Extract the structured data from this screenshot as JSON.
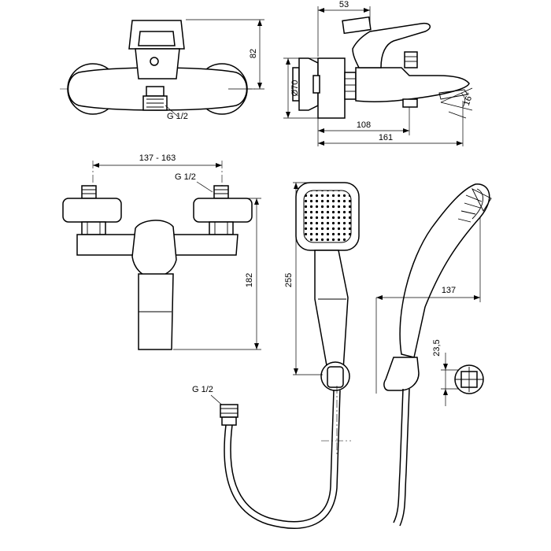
{
  "labels": {
    "dim_height_top": "82",
    "dim_depth": "53",
    "dim_diameter": "Ø70",
    "dim_angle": "16°",
    "dim_spout_inner": "108",
    "dim_spout_total": "161",
    "dim_center_range": "137 - 163",
    "dim_thread_mixer": "G 1/2",
    "dim_thread_top": "G 1/2",
    "dim_mixer_height": "182",
    "dim_handshower_length": "255",
    "dim_handshower_depth": "137",
    "dim_holder": "23,5",
    "dim_thread_hose": "G 1/2"
  },
  "colors": {
    "line": "#000000",
    "background": "#ffffff"
  }
}
